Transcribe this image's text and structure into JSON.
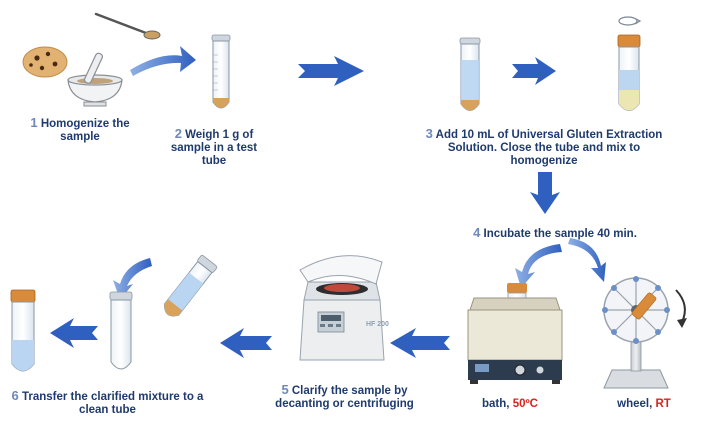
{
  "colors": {
    "label_text": "#1f3a6e",
    "step_number": "#6f88b8",
    "temperature": "#d8231f",
    "arrow_blue": "#2f5fbf",
    "extraction_solution": "#b9d5f2",
    "sample_powder": "#d9a25a",
    "tube_cap": "#d98b3a"
  },
  "steps": [
    {
      "number": "1",
      "text": "Homogenize the sample",
      "icon": "cookie-and-mortar-icon"
    },
    {
      "number": "2",
      "text": "Weigh 1 g of sample in a test tube",
      "icon": "test-tube-with-sample-icon"
    },
    {
      "number": "3",
      "text": "Add 10 mL of Universal Gluten Extraction Solution. Close the tube and mix to homogenize",
      "icon": "tube-with-solution-icon"
    },
    {
      "number": "4",
      "text": "Incubate the sample 40 min.",
      "icon": "incubation-icon"
    },
    {
      "number": "5",
      "text": "Clarify the sample by decanting or centrifuging",
      "icon": "centrifuge-icon"
    },
    {
      "number": "6",
      "text": "Transfer the clarified mixture to a clean tube",
      "icon": "clean-tube-icon"
    }
  ],
  "options": {
    "bath": {
      "label": "bath,",
      "temp": "50ºC",
      "icon": "water-bath-icon"
    },
    "wheel": {
      "label": "wheel,",
      "temp": "RT",
      "icon": "rotating-wheel-icon"
    }
  },
  "centrifuge_badge": "HF 200"
}
